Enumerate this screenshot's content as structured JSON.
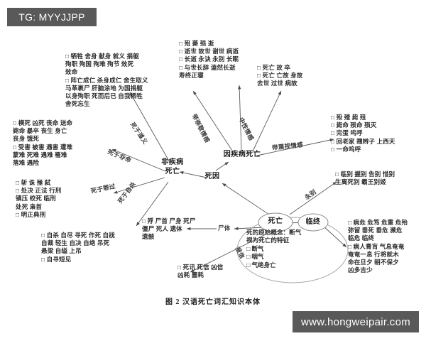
{
  "watermarks": {
    "top_left": "TG: MYYJJPP",
    "bottom_right": "www.hongweipair.com"
  },
  "caption": "图 2   汉语死亡词汇知识本体",
  "nodes": {
    "death": "死亡",
    "cause_of_death": "死因",
    "non_disease_death": "非疾病\n死亡",
    "disease_death": "因疾病死亡",
    "dying": "临终"
  },
  "core_concept": {
    "headline": "死的原始概念：断气\n视为死亡的特征",
    "items": "□ 断气\n□ 咽气\n□ 气绝身亡"
  },
  "edge_labels": {
    "die_for_righteousness": "死于道义",
    "die_unnatural": "死于非命",
    "die_for_crime": "死于罪过",
    "die_by_suicide": "死于自杀",
    "reverent_emotion": "带崇敬情感",
    "neutral_emotion": "中性情感",
    "contemptuous_emotion": "带蔑视情感",
    "corpse": "尸体",
    "report_news": "报信",
    "farewell": "永别"
  },
  "blocks": {
    "righteous_sacrifice": "□ 牺牲 舍身 献身 就义 捐躯\n   殉职 殉国 殉难 殉节 效死\n   效命\n□ 阵亡成仁 杀身成仁 舍生取义\n   马革裹尸 肝脑涂地 为国捐躯\n   以身殉职 死而后已 自我牺牲\n   舍死忘生",
    "neutral_passing": "□ 殂 薨 殒 逝\n□ 逝世 故世 谢世 病逝\n□ 长逝 永诀 永别 长眠\n□ 与世长辞 溘然长逝\n   寿终正寝",
    "plain_death": "□ 死亡 故 卒\n□ 死亡 亡故 身故\n   去世 过世 病故",
    "contempt_death": "□ 殁 殪 毙 殂\n□ 毙命 殒命 殒灭\n□ 完蛋 呜呼\n□ 回老家 翘辫子 上西天\n□ 一命呜呼",
    "unnatural_death": "□ 横死 凶死 丧命 送命\n   毙命 暴卒 丧生 身亡\n   丧身 饿死\n□ 受害 被害 遇害 遭难\n   蒙难 死难 遇难 罹难\n   落难 遇险",
    "execution": "□ 斩 诛 殛 弑\n□ 处决 正法 行刑\n   镇压 绞死 临刑\n   处死 枭首\n□ 明正典刑",
    "suicide": "□ 自杀 自尽 寻死 作死 自戕\n   自裁 轻生 自决 自绝 吊死\n   悬梁 自缢 上吊\n□ 自寻短见",
    "corpse_terms": "□ 殍 尸首 尸身 死尸\n   僵尸 死人 遗体\n   遗骸",
    "death_news": "□ 死讯 死信 凶信\n   凶耗 噩耗",
    "farewell_terms": "□ 临别 握别 告别 惜别\n   生离死别 霸王别姬",
    "dying_terms": "□ 病危 危笃 危重 危殆\n   弥留 垂死 垂危 濒危\n   临危 临终\n□ 病人膏肓 气息奄奄\n   奄奄一息 行将就木\n   命在旦夕 朝不保夕\n   凶多吉少"
  },
  "colors": {
    "ink": "#2b2b2b",
    "edge": "#555555",
    "watermark_bg": "#595959",
    "ellipse_stroke": "#9a9a9a"
  }
}
